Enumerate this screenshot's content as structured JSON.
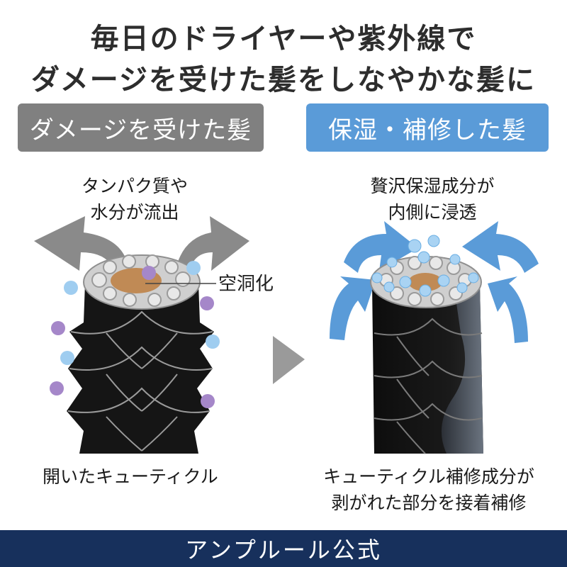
{
  "headline": {
    "line1": "毎日のドライヤーや紫外線で",
    "line2": "ダメージを受けた髪をしなやかな髪に"
  },
  "left_panel": {
    "label": "ダメージを受けた髪",
    "top_caption_line1": "タンパク質や",
    "top_caption_line2": "水分が流出",
    "cavity_label": "空洞化",
    "bottom_caption": "開いたキューティクル"
  },
  "right_panel": {
    "label": "保湿・補修した髪",
    "top_caption_line1": "贅沢保湿成分が",
    "top_caption_line2": "内側に浸透",
    "bottom_caption_line1": "キューティクル補修成分が",
    "bottom_caption_line2": "剥がれた部分を接着補修"
  },
  "footer": {
    "brand": "アンプルール公式"
  },
  "colors": {
    "damaged_label_bg": "#808080",
    "repaired_label_bg": "#5a9bd8",
    "footer_bg": "#17305c",
    "arrow_gray": "#8a8a8a",
    "arrow_blue": "#5a9bd8",
    "protein_purple": "#a587c9",
    "moisture_blue": "#9fcdf0"
  }
}
